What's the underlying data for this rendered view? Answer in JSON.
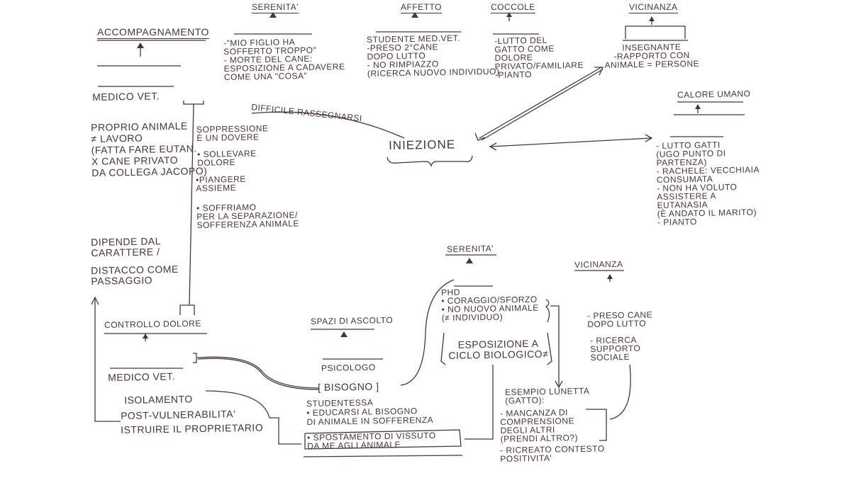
{
  "top": {
    "accompagnamento": "ACCOMPAGNAMENTO",
    "serenita": "SERENITA'",
    "serenita_text": "-\"MIO FIGLIO HA\n  SOFFERTO TROPPO\"\n- MORTE DEL CANE:\n  ESPOSIZIONE A CADAVERE\n  COME UNA \"COSA\"",
    "affetto": "AFFETTO",
    "affetto_text": " STUDENTE MED.VET.\n-PRESO 2°CANE\n   DOPO LUTTO\n- NO RIMPIAZZO\n(RICERCA NUOVO INDIVIDUO)",
    "coccole": "COCCOLE",
    "coccole_text": "-LUTTO DEL\n GATTO COME\nDOLORE\n  PRIVATO/FAMILIARE\n-PIANTO",
    "vicinanza": "VICINANZA",
    "vicinanza_text": "INSEGNANTE\n-RAPPORTO CON\nANIMALE = PERSONE"
  },
  "left": {
    "medico_vet": "MEDICO VET.",
    "proprio_animale": "PROPRIO ANIMALE\n≠ LAVORO\n(FATTA FARE EUTAN.\n X CANE PRIVATO\n DA COLLEGA JACOPO)",
    "soppressione": "SOPPRESSIONE\nÈ UN DOVERE",
    "sollevare": "• SOLLEVARE\n  DOLORE",
    "piangere": "•PIANGERE\n ASSIEME",
    "soffriamo": "• SOFFRIAMO\nPER LA SEPARAZIONE/\nSOFFERENZA ANIMALE",
    "dipende": "DIPENDE DAL\nCARATTERE /",
    "distacco": "DISTACCO COME\n     PASSAGGIO"
  },
  "center": {
    "difficile": "DIFFICILE RASSEGNARSI",
    "iniezione": "INIEZIONE"
  },
  "calore": {
    "title": "CALORE UMANO",
    "text": "- LUTTO GATTI\n(UGO PUNTO DI\n      PARTENZA)\n- RACHELE: VECCHIAIA\n      CONSUMATA\n- NON HA VOLUTO\n  ASSISTERE A\n      EUTANASIA\n(È ANDATO IL MARITO)\n- PIANTO"
  },
  "bottom": {
    "controllo_dolore": "CONTROLLO DOLORE",
    "medico_vet": "MEDICO VET.",
    "isolamento": "ISOLAMENTO",
    "post_vulnerabilita": "POST-VULNERABILITA'",
    "istruire": "ISTRUIRE IL PROPRIETARIO",
    "spazi_ascolto": "SPAZI DI ASCOLTO",
    "psicologo": "PSICOLOGO",
    "bisogno": "[ BISOGNO ]",
    "studentessa": "STUDENTESSA\n• EDUCARSI AL BISOGNO\nDI ANIMALE IN SOFFERENZA",
    "spostamento": "• SPOSTAMENTO DI VISSUTO\n DA ME AGLI ANIMALE",
    "serenita": "SERENITA'",
    "phd": "     PHD\n• CORAGGIO/SFORZO\n• NO NUOVO ANIMALE\n    (≠ INDIVIDUO)",
    "esposizione": "ESPOSIZIONE A\nCICLO BIOLOGICO≠",
    "esempio": "ESEMPIO LUNETTA\n         (GATTO):",
    "mancanza": "- MANCANZA DI\n   COMPRENSIONE\n   DEGLI ALTRI\n  (PRENDI ALTRO?)",
    "ricreato": "- RICREATO CONTESTO\n   POSITIVITA'",
    "vicinanza": "VICINANZA",
    "preso": "- PRESO CANE\n  DOPO LUTTO",
    "ricerca": "- RICERCA\n SUPPORTO\n   SOCIALE"
  }
}
